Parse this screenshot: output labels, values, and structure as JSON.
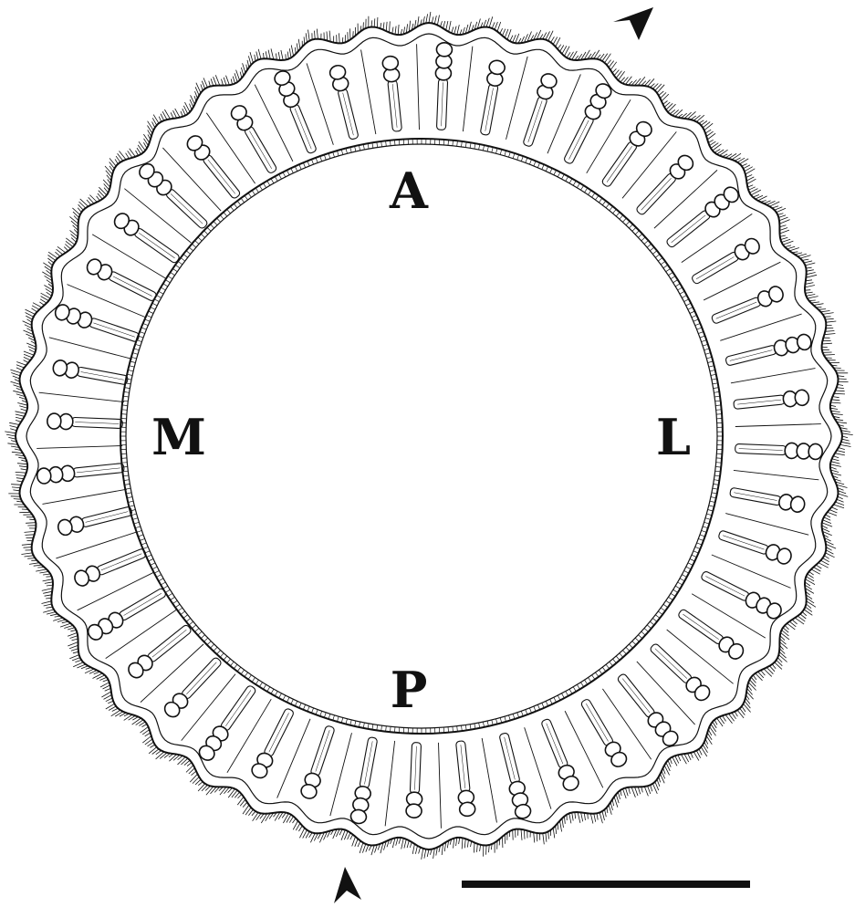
{
  "figure": {
    "labels": {
      "anterior": "A",
      "lateral": "L",
      "posterior": "P",
      "medial": "M"
    },
    "rays": {
      "count": 44
    },
    "colors": {
      "ink": "#111111",
      "background": "#ffffff"
    },
    "icons": {
      "arrowhead_top": "arrowhead-icon",
      "arrowhead_bottom": "arrowhead-icon"
    }
  }
}
